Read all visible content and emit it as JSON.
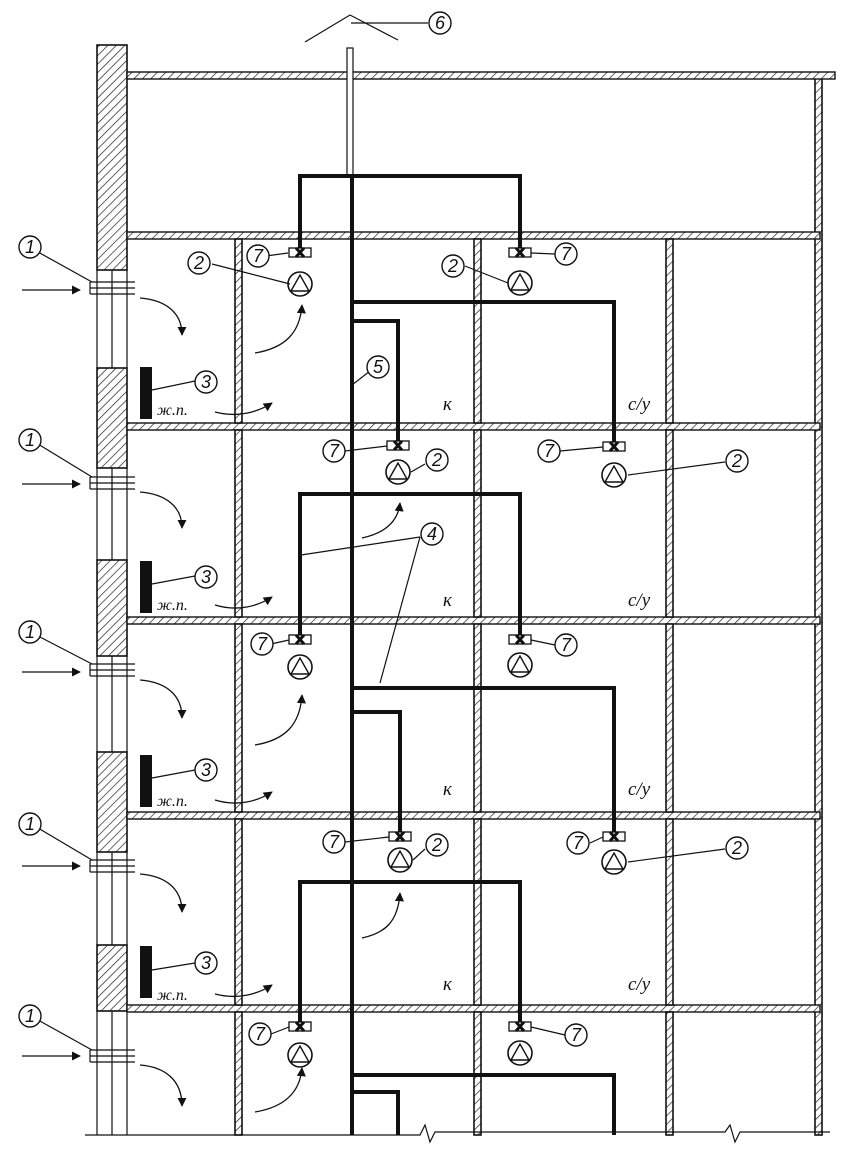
{
  "callouts": {
    "inlet_valve": "1",
    "exhaust_fan": "2",
    "heating_radiator": "3",
    "exhaust_duct": "4",
    "collector_shaft": "5",
    "roof_cap": "6",
    "control_valve": "7"
  },
  "room_labels": {
    "kitchen": "к",
    "bathroom": "с/у",
    "heating_device": "ж.п."
  }
}
